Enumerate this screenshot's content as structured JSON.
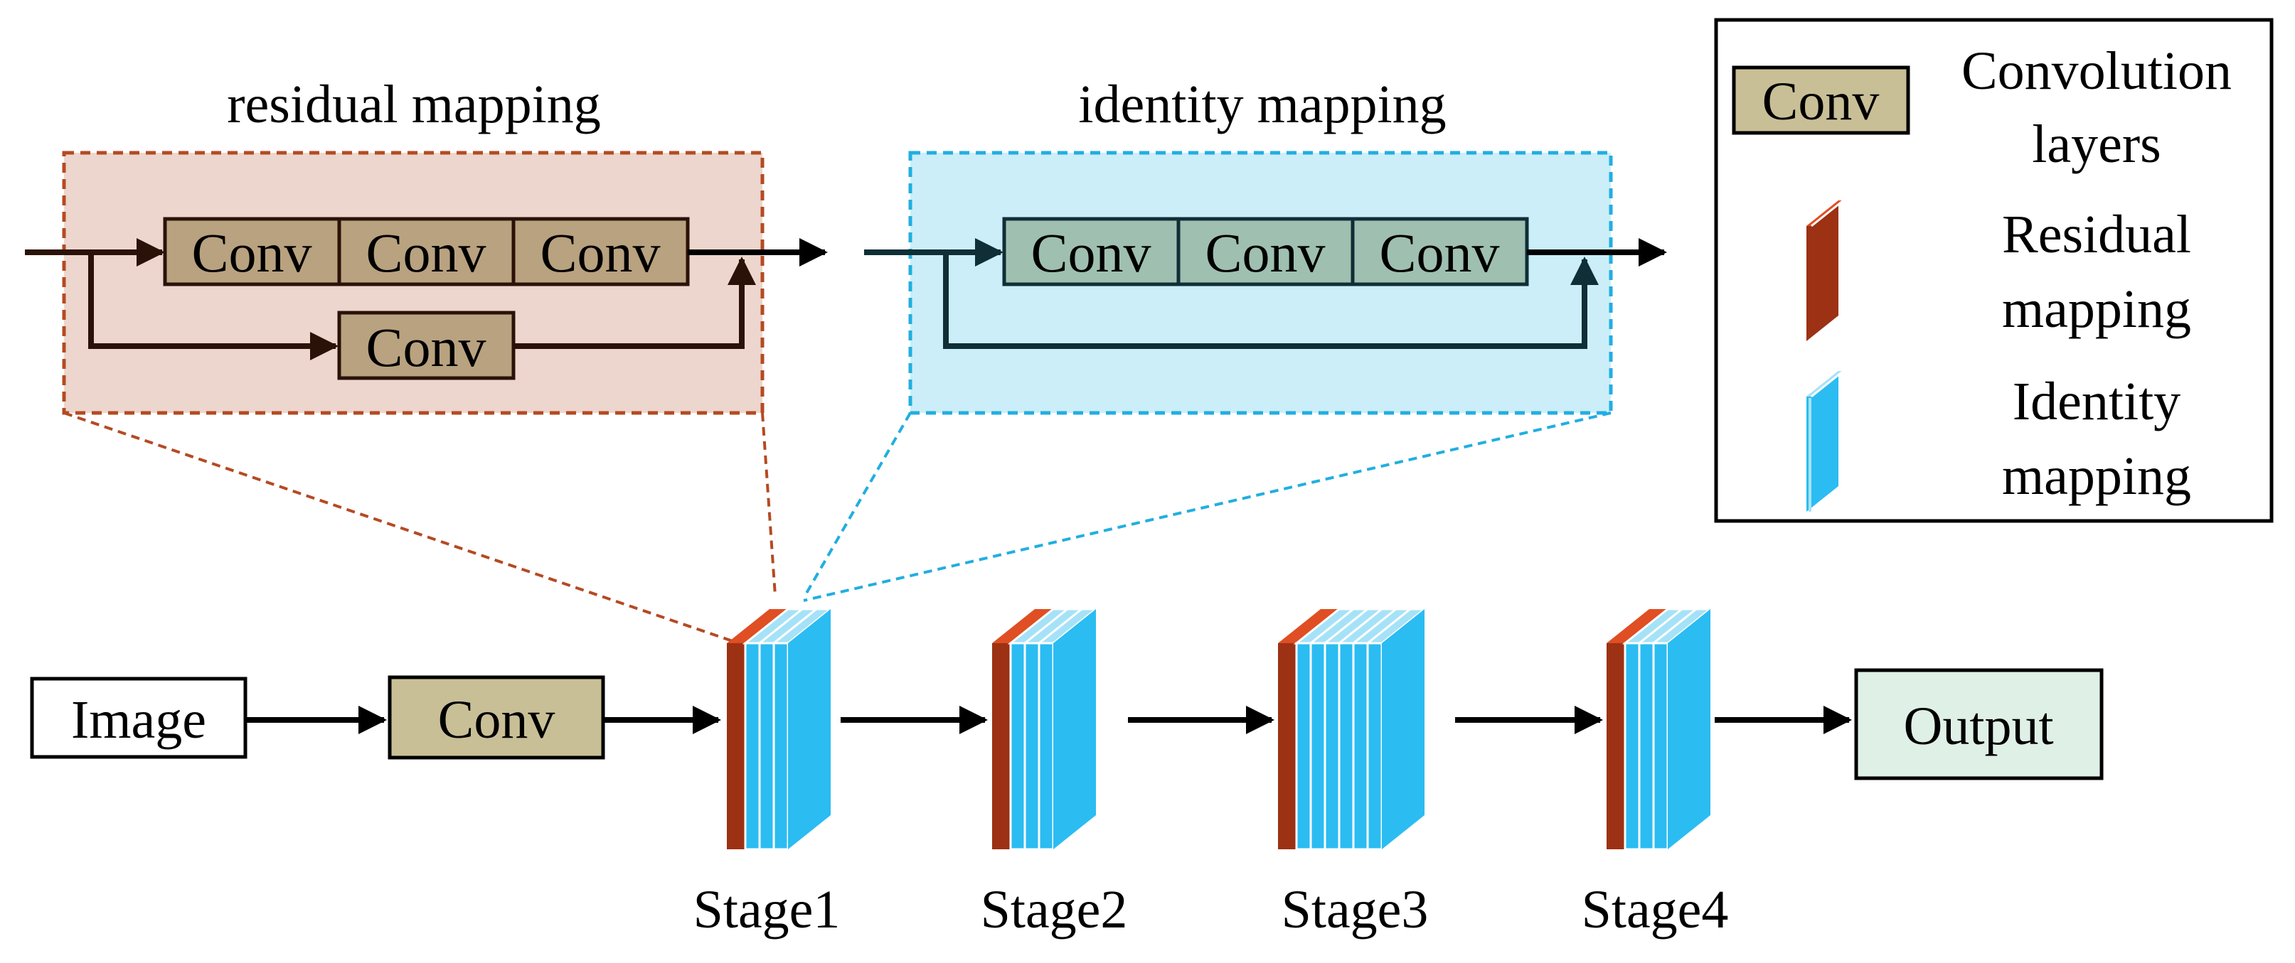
{
  "colors": {
    "conv_fill": "#c9bf97",
    "conv_top_residual": "#b9a27f",
    "conv_top_identity": "#9fc0b0",
    "residual_panel": "#ecd6cd",
    "residual_border": "#b54a22",
    "identity_panel": "#cbeef9",
    "identity_border": "#22aee0",
    "residual_layer": "#9c3114",
    "residual_top": "#e04e24",
    "identity_layer": "#2bbcf2",
    "identity_front": "#a6e2f7",
    "output_fill": "#dff0e6",
    "image_fill": "#ffffff"
  },
  "residual_panel": {
    "title": "residual mapping",
    "main_convs": [
      "Conv",
      "Conv",
      "Conv"
    ],
    "shortcut_conv": "Conv"
  },
  "identity_panel": {
    "title": "identity mapping",
    "main_convs": [
      "Conv",
      "Conv",
      "Conv"
    ]
  },
  "pipeline": {
    "image": "Image",
    "conv": "Conv",
    "output": "Output",
    "stages": [
      {
        "label": "Stage1",
        "identity_layers": 3
      },
      {
        "label": "Stage2",
        "identity_layers": 3
      },
      {
        "label": "Stage3",
        "identity_layers": 6
      },
      {
        "label": "Stage4",
        "identity_layers": 3
      }
    ]
  },
  "legend": {
    "conv_chip": "Conv",
    "conv_desc_1": "Convolution",
    "conv_desc_2": "layers",
    "residual_desc_1": "Residual",
    "residual_desc_2": "mapping",
    "identity_desc_1": "Identity",
    "identity_desc_2": "mapping"
  }
}
